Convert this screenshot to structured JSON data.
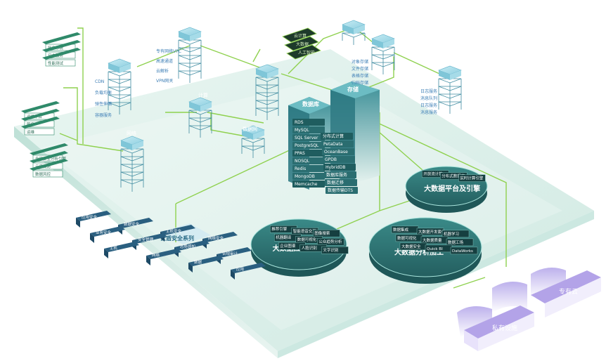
{
  "colors": {
    "platform_top": "#d3ece6",
    "platform_side": "#a9d7cc",
    "line_green": "#8fd14f",
    "tile_dark": "#2f6f70",
    "tile_mid": "#3e8b89",
    "text_blue": "#3e7fb6",
    "box_blue": "#bfe3ef",
    "accent_green": "#3a9a6a",
    "purple": "#9d8fd6"
  },
  "tower_labels": {
    "database": "数据库",
    "storage": "存储",
    "center": "计算",
    "left": "网络",
    "small": "数据网"
  },
  "database_items": [
    "RDS",
    "MySQL",
    "SQL Server",
    "PostgreSQL",
    "PPAS",
    "NOSQL",
    "Redis",
    "MongoDB",
    "Memcache"
  ],
  "storage_items": [
    "分布式计算",
    "PetaData",
    "OceanBase",
    "GPDB",
    "HybridDB",
    "数据库服务",
    "数据迁移",
    "数据传输DTS"
  ],
  "left_nav_labels": [
    "CDN",
    "负载均衡",
    "弹性伸缩",
    "容器服务"
  ],
  "center_labels": [
    "专有网络VPC",
    "高速通道",
    "云解析",
    "VPN网关"
  ],
  "right_labels": [
    "对象存储",
    "文件存储",
    "表格存储",
    "归档存储"
  ],
  "far_right_labels": [
    "日志服务",
    "消息队列",
    "日志服务",
    "消息服务"
  ],
  "left_card_group_1": [
    "操作系统",
    "日志服务",
    "性能测试"
  ],
  "left_card_group_2": [
    "运维平台",
    "服务",
    "运维"
  ],
  "left_card_group_3": [
    "全局安全分析引擎",
    "云盾高防",
    "数据风控"
  ],
  "legend_tiles": [
    "应用安全",
    "数据安全",
    "主机安全",
    "网络安全",
    "业务安全",
    "安全管理",
    "态势感知",
    "合规审计",
    "主机",
    "网络",
    "数据",
    "应用"
  ],
  "security_label": "云盾安全系列",
  "big_data_platform": {
    "title": "大数据平台及引擎",
    "items": [
      "开放流计算",
      "分布式数据库",
      "实时计算引擎"
    ]
  },
  "big_data_app": {
    "title": "大数据应用",
    "items": [
      "推荐引擎",
      "智能语音交互",
      "图像搜索",
      "机器翻译",
      "数据可视化",
      "公众趋势分析",
      "企业图谱",
      "人脸识别",
      "文字识别"
    ]
  },
  "big_data_analysis": {
    "title": "大数据分析加工",
    "items": [
      "数据集成",
      "大数据开发套件",
      "机器学习",
      "数据可视化",
      "大数据质量",
      "数据工场",
      "大数据安全",
      "Quick BI",
      "DataWorks"
    ]
  },
  "cloud_labels": {
    "private": "私有设施",
    "public": "专有云"
  },
  "panel_texts": [
    "云计算",
    "大数据",
    "人工智能"
  ]
}
